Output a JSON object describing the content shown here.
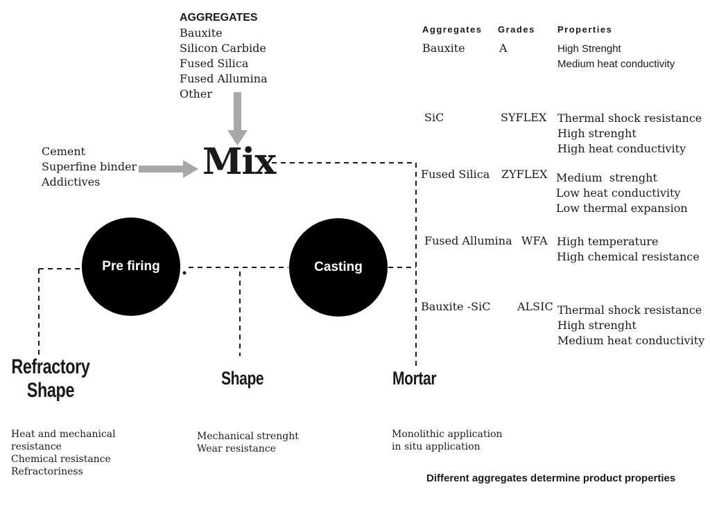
{
  "aggregates": {
    "title": "AGGREGATES",
    "items": [
      "Bauxite",
      "Silicon Carbide",
      "Fused Silica",
      "Fused Allumina",
      "Other"
    ]
  },
  "additives": {
    "items": [
      "Cement",
      "Superfine binder",
      "Addictives"
    ]
  },
  "mix_label": "Mix",
  "circles": {
    "prefiring": "Pre firing",
    "casting": "Casting"
  },
  "products": {
    "refractory_shape": [
      "Refractory",
      "Shape"
    ],
    "shape": "Shape",
    "mortar": "Mortar"
  },
  "descriptions": {
    "refractory_shape": [
      "Heat and mechanical",
      "resistance",
      "Chemical resistance",
      "Refractoriness"
    ],
    "shape": [
      "Mechanical strenght",
      "Wear resistance"
    ],
    "mortar": [
      "Monolithic application",
      "in situ application"
    ]
  },
  "table": {
    "headers": [
      "Aggregates",
      "Grades",
      "Properties"
    ],
    "rows": [
      {
        "aggregate": "Bauxite",
        "grade": "A",
        "properties": [
          "High Strenght",
          "Medium heat conductivity"
        ]
      },
      {
        "aggregate": "SiC",
        "grade": "SYFLEX",
        "properties": [
          "Thermal shock resistance",
          "High strenght",
          "High heat conductivity"
        ]
      },
      {
        "aggregate": "Fused Silica",
        "grade": "ZYFLEX",
        "properties": [
          "Medium  strenght",
          "Low heat conductivity",
          "Low thermal expansion"
        ]
      },
      {
        "aggregate": "Fused Allumina",
        "grade": "WFA",
        "properties": [
          "High temperature",
          "High chemical resistance"
        ]
      },
      {
        "aggregate": "Bauxite -SiC",
        "grade": "ALSIC",
        "properties": [
          "Thermal shock resistance",
          "High strenght",
          "Medium heat conductivity"
        ]
      }
    ]
  },
  "footer_note": "Different aggregates determine product properties",
  "colors": {
    "arrow": "#a8a8a8",
    "circle": "#000000",
    "text": "#1a1a1a"
  }
}
